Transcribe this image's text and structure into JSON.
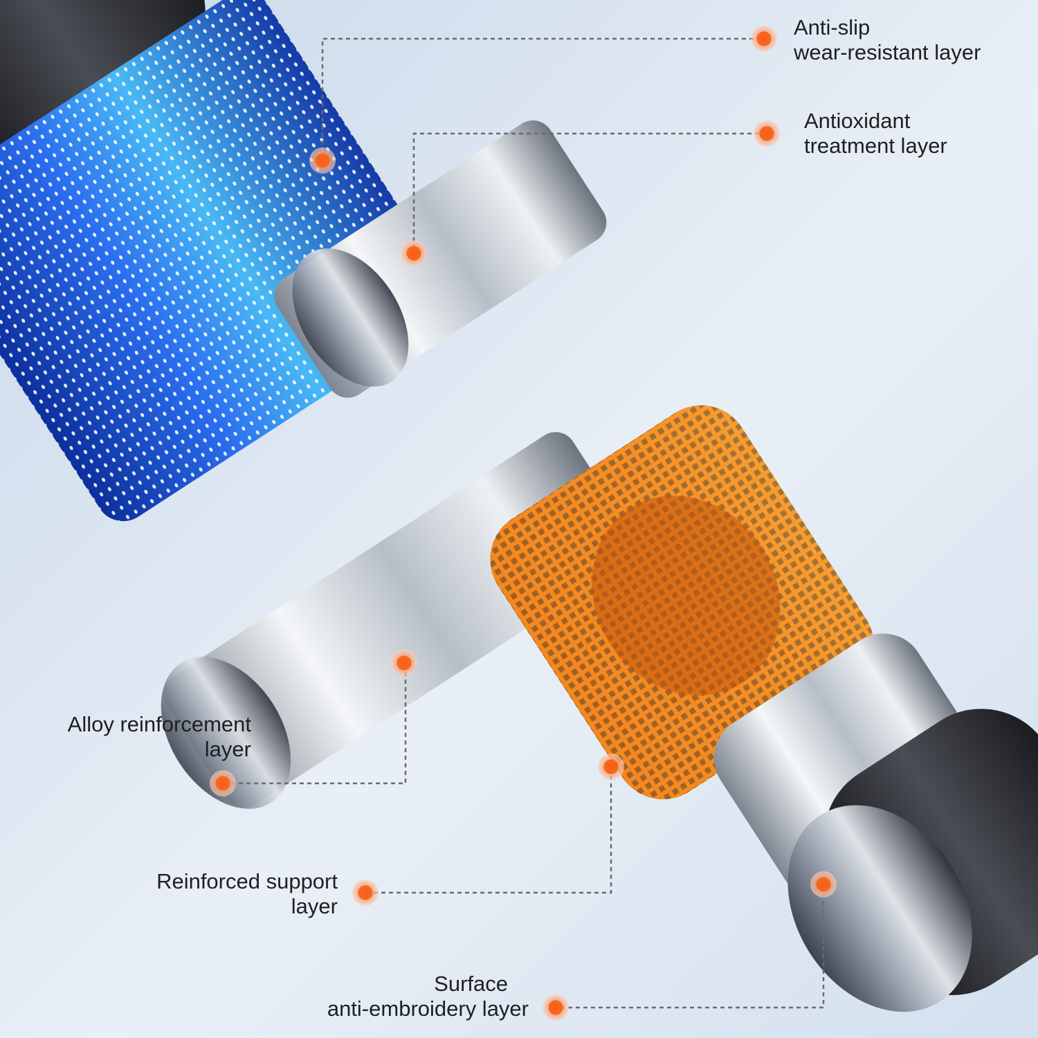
{
  "colors": {
    "background": "#dde7f2",
    "blue_layer": "#1f5fd6",
    "silver": "#c9ced6",
    "orange_mesh": "#f08a1e",
    "dark_rubber": "#2b2d31",
    "marker": "#f26b21",
    "leader_line": "#6b6b6b"
  },
  "callouts": [
    {
      "id": "anti-slip",
      "line1": "Anti-slip",
      "line2": "wear-resistant layer"
    },
    {
      "id": "antioxidant",
      "line1": "Antioxidant",
      "line2": "treatment layer"
    },
    {
      "id": "alloy",
      "line1": "Alloy reinforcement",
      "line2": "layer"
    },
    {
      "id": "support",
      "line1": "Reinforced support",
      "line2": "layer"
    },
    {
      "id": "surface",
      "line1": "Surface",
      "line2": "anti-embroidery layer"
    }
  ]
}
